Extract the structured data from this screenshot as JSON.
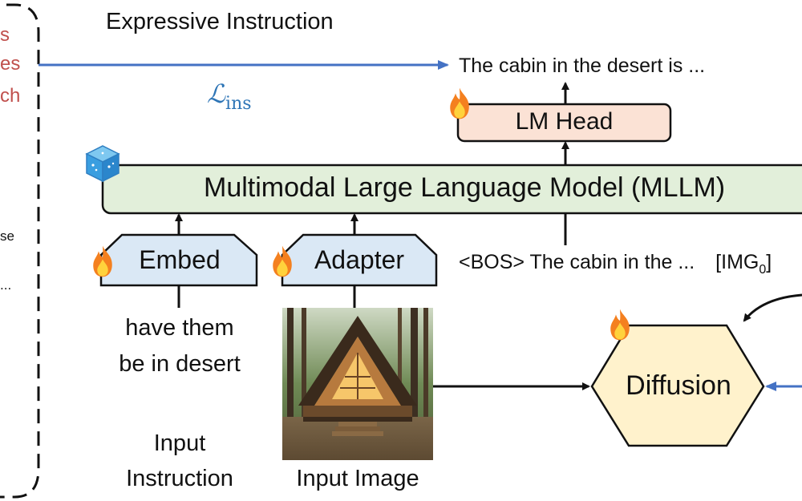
{
  "left_panel": {
    "orange_fragments": [
      "s",
      "es",
      "ch"
    ],
    "black_fragments": [
      "se",
      "..."
    ]
  },
  "expressive_instruction": {
    "title": "Expressive Instruction",
    "output_text": "The cabin in the desert is ...",
    "loss_symbol": "ℒ",
    "loss_subscript": "ins"
  },
  "lm_head": {
    "label": "LM Head"
  },
  "mllm": {
    "label": "Multimodal Large Language Model (MLLM)"
  },
  "embed": {
    "label": "Embed"
  },
  "adapter": {
    "label": "Adapter"
  },
  "token_sequence": {
    "text": "<BOS> The cabin in the ...",
    "img_token": "[IMG",
    "img_subscript": "0",
    "img_close": "]"
  },
  "instruction_text": {
    "line1": "have them",
    "line2": "be in desert"
  },
  "captions": {
    "input_instruction_line1": "Input",
    "input_instruction_line2": "Instruction",
    "input_image": "Input Image"
  },
  "diffusion": {
    "label": "Diffusion"
  },
  "colors": {
    "blue_arrow": "#4472c4",
    "loss_blue": "#2e75b6",
    "orange_text": "#c0504d",
    "lm_head_fill": "#fbe2d5",
    "mllm_fill": "#e2efda",
    "adapter_fill": "#dae8f5",
    "diffusion_fill": "#fff2cc",
    "flame": "#f4801f"
  },
  "icons": [
    "flame-icon",
    "frozen-cube-icon",
    "cabin-image"
  ]
}
